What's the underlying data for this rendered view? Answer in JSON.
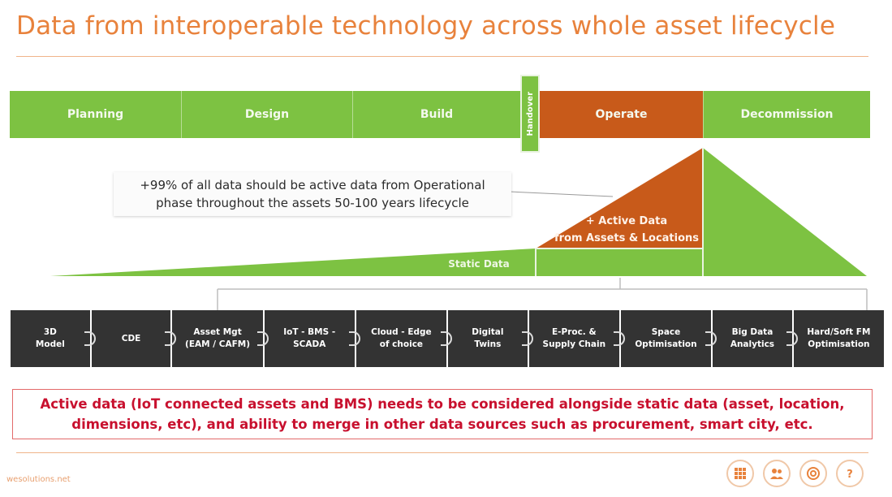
{
  "title": "Data from interoperable technology across whole asset lifecycle",
  "phases": [
    "Planning",
    "Design",
    "Build",
    "Operate",
    "Decommission"
  ],
  "handover_label": "Handover",
  "callout": "+99% of all data should be active data from Operational\nphase throughout the assets 50-100 years lifecycle",
  "active_data_label": "+ Active Data\nfrom Assets & Locations",
  "static_data_label": "Static Data",
  "technologies": [
    "3D\nModel",
    "CDE",
    "Asset Mgt\n(EAM / CAFM)",
    "IoT - BMS -\nSCADA",
    "Cloud - Edge\nof choice",
    "Digital\nTwins",
    "E-Proc. &\nSupply Chain",
    "Space\nOptimisation",
    "Big Data\nAnalytics",
    "Hard/Soft FM\nOptimisation"
  ],
  "note": "Active data (IoT connected assets and BMS) needs to be considered alongside static data (asset, location,\ndimensions, etc), and ability to merge in other data sources such as procurement, smart city, etc.",
  "website": "wesolutions.net",
  "social_icons": [
    "grid-icon",
    "people-icon",
    "target-icon",
    "help-icon"
  ],
  "colors": {
    "title": "#e8823c",
    "phase_green": "#7dc242",
    "operate_orange": "#c85a1a",
    "tech_dark": "#333333",
    "note_red": "#c8102e"
  }
}
